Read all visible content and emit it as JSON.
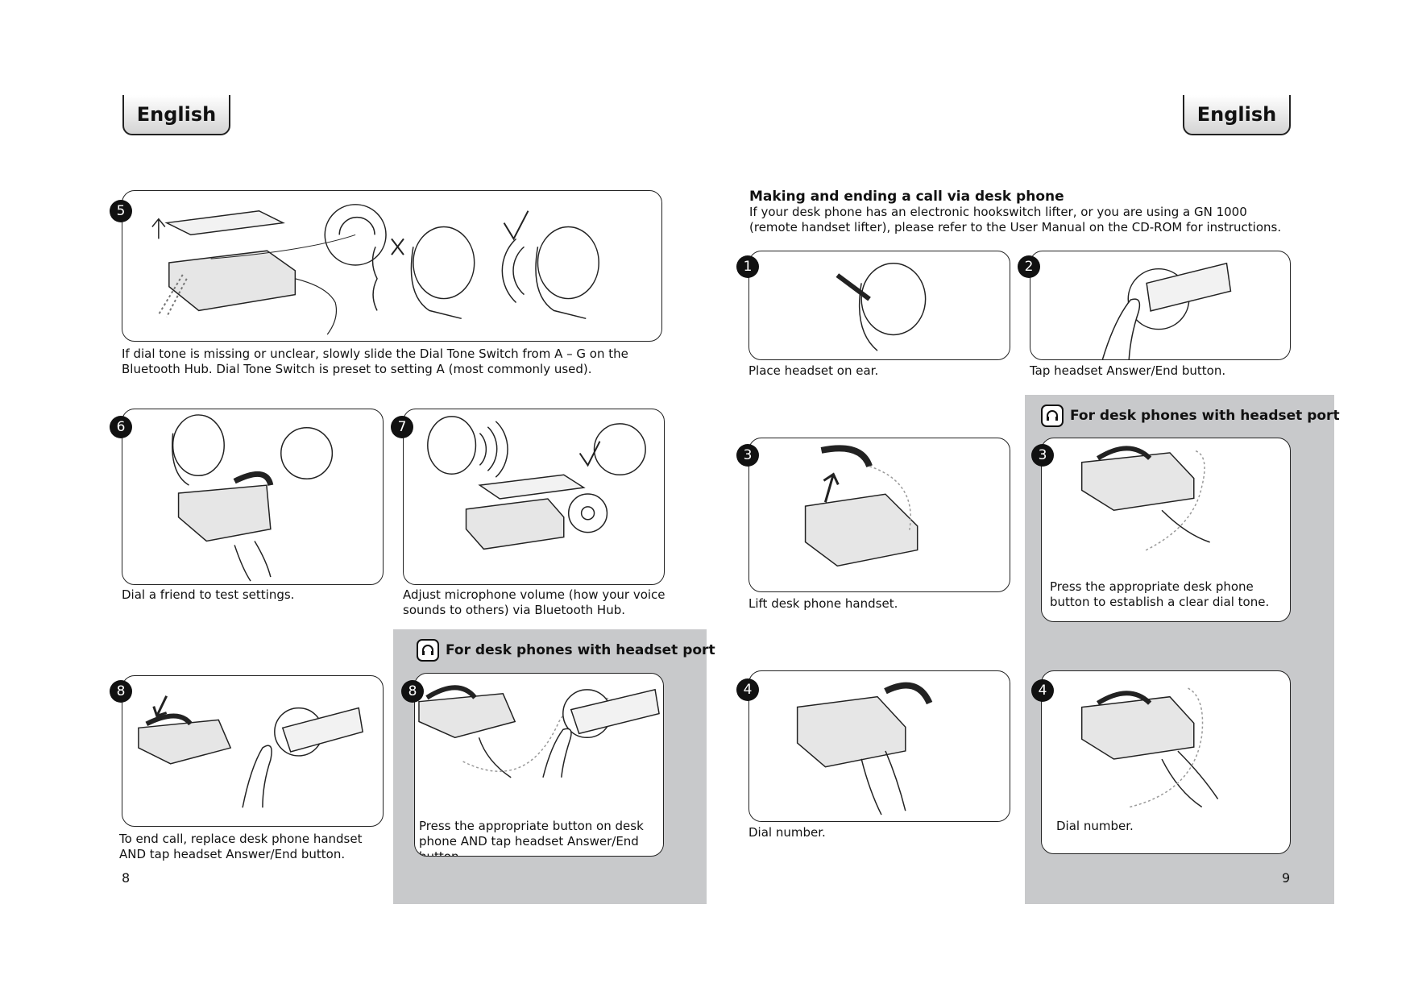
{
  "tabs": {
    "left": "English",
    "right": "English"
  },
  "left": {
    "step5": {
      "num": "5",
      "caption": "If dial tone is missing or unclear, slowly slide the Dial Tone Switch from A – G on the Bluetooth Hub. Dial Tone Switch is preset to setting A (most commonly used)."
    },
    "step6": {
      "num": "6",
      "caption": "Dial a friend to test settings."
    },
    "step7": {
      "num": "7",
      "caption": "Adjust microphone volume (how your voice sounds to others) via Bluetooth Hub."
    },
    "step8": {
      "num": "8",
      "caption": "To end call, replace desk phone handset AND tap headset Answer/End button."
    },
    "port": {
      "title": "For desk phones with headset port",
      "step8": {
        "num": "8",
        "caption": "Press the appropriate button on desk phone AND tap headset Answer/End button."
      }
    },
    "page_number": "8"
  },
  "right": {
    "section_title": "Making and ending a call via desk phone",
    "section_intro": "If your desk phone has an electronic hookswitch lifter, or you are using a GN 1000 (remote handset lifter), please refer to the User Manual on the CD-ROM for instructions.",
    "step1": {
      "num": "1",
      "caption": "Place headset on ear."
    },
    "step2": {
      "num": "2",
      "caption": "Tap headset Answer/End button."
    },
    "step3": {
      "num": "3",
      "caption": "Lift desk phone handset."
    },
    "step4": {
      "num": "4",
      "caption": "Dial number."
    },
    "port": {
      "title": "For desk phones with headset port",
      "step3": {
        "num": "3",
        "caption": "Press the appropriate desk phone button to establish a clear dial tone."
      },
      "step4": {
        "num": "4",
        "caption": "Dial number."
      }
    },
    "page_number": "9"
  },
  "colors": {
    "panel_gray": "#c8c9cb",
    "outline": "#222222"
  }
}
